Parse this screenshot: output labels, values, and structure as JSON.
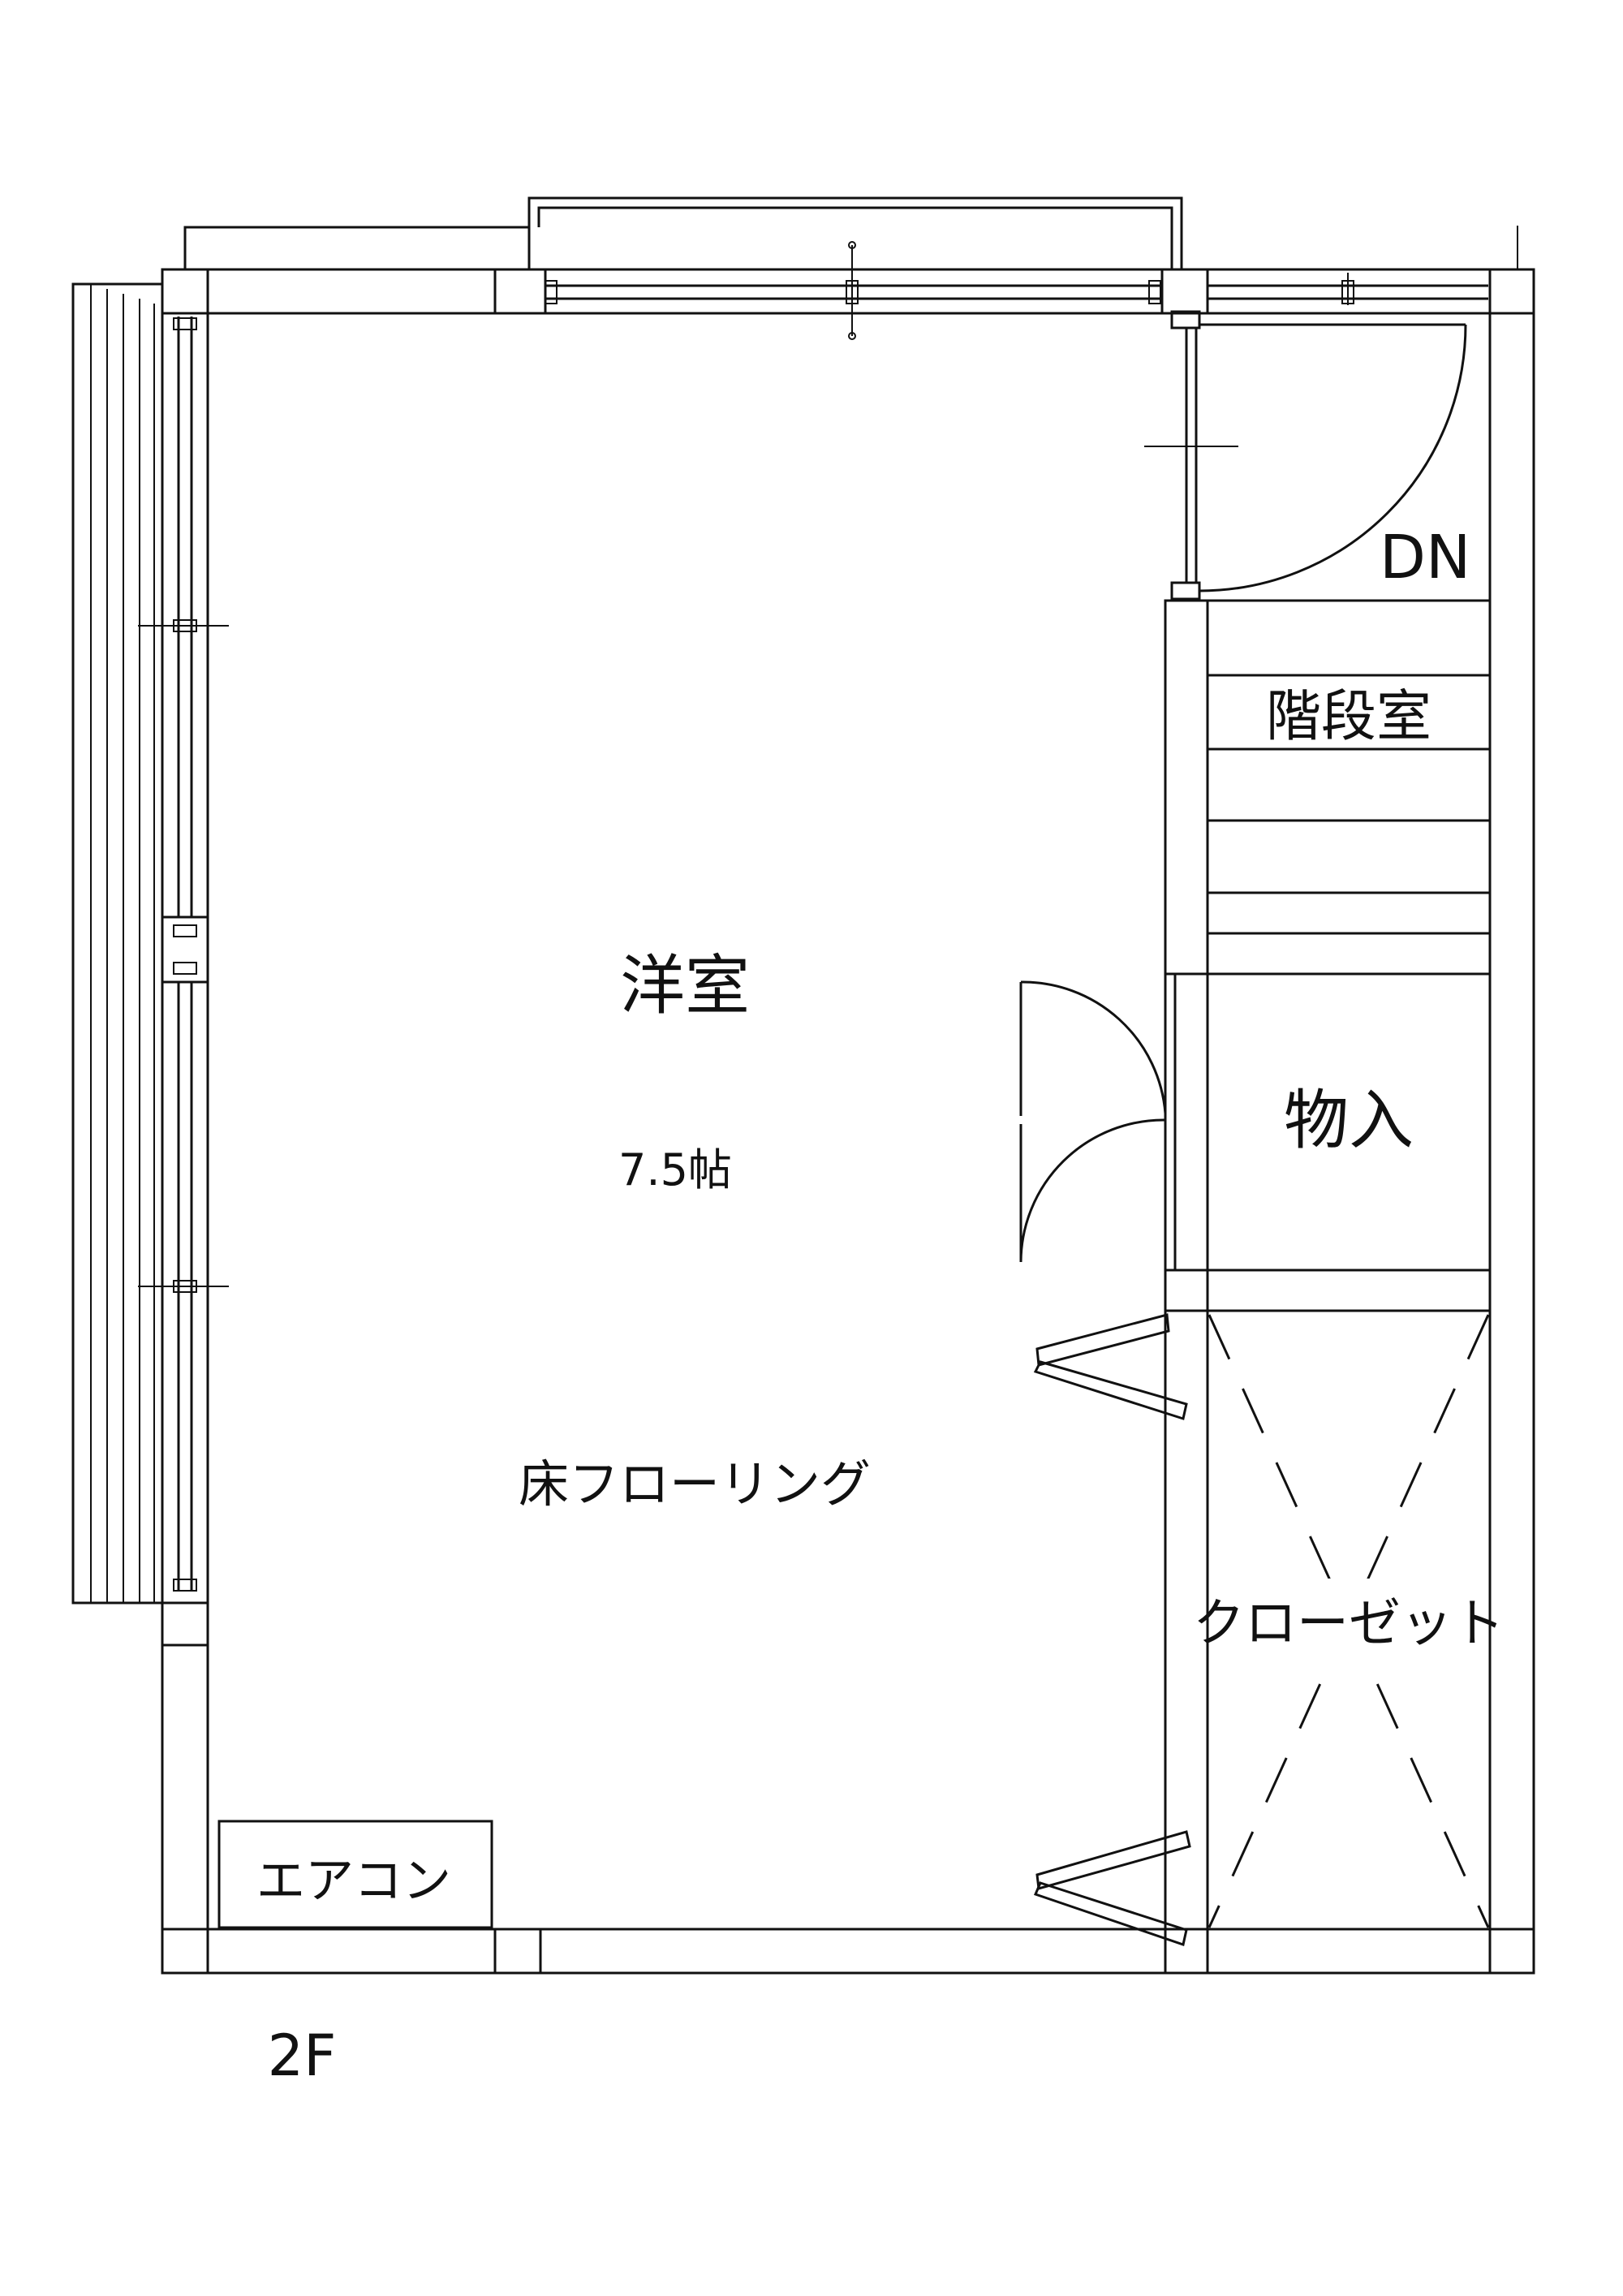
{
  "floor_label": "2F",
  "rooms": {
    "western_room": {
      "name": "洋室",
      "size": "7.5帖",
      "floor": "床フローリング"
    },
    "stairwell": {
      "name": "階段室",
      "direction": "DN"
    },
    "storage": {
      "name": "物入"
    },
    "closet": {
      "name": "クローゼット"
    }
  },
  "equipment": {
    "air_conditioner": "エアコン"
  },
  "colors": {
    "line": "#111111",
    "background": "#ffffff"
  }
}
